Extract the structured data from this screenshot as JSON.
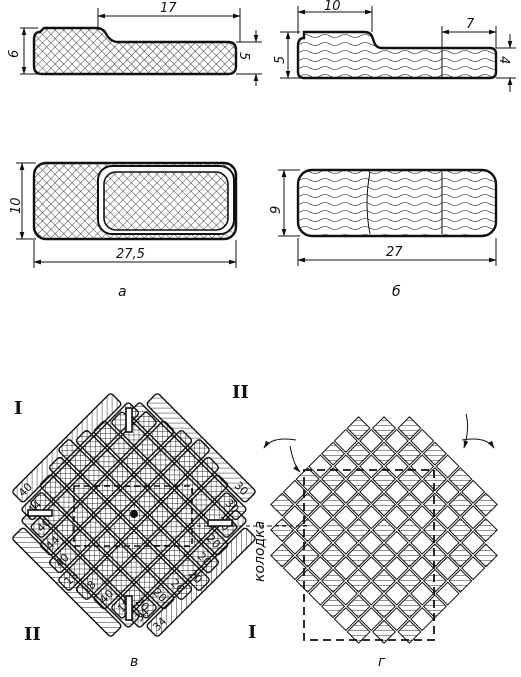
{
  "figure": {
    "captions": {
      "a": "а",
      "b": "б",
      "v": "в",
      "g": "г"
    },
    "panel_a": {
      "dims": {
        "top": "17",
        "left": "6",
        "right": "5",
        "height": "10",
        "length": "27,5"
      }
    },
    "panel_b": {
      "dims": {
        "top_left": "10",
        "top_right": "7",
        "left": "5",
        "right": "4",
        "height": "9",
        "length": "27"
      }
    },
    "panel_v": {
      "section_marks": {
        "top_left": "I",
        "top_right": "II",
        "bottom_left": "II",
        "bottom_right": "I"
      },
      "strip_labels": [
        "40",
        "44",
        "40",
        "44",
        "40",
        "18",
        "18",
        "40",
        "18",
        "34",
        "34",
        "30",
        "30",
        "20",
        "20",
        "20",
        "20",
        "20",
        "20",
        "20"
      ]
    },
    "panel_g": {
      "last_label": "колодка"
    }
  }
}
